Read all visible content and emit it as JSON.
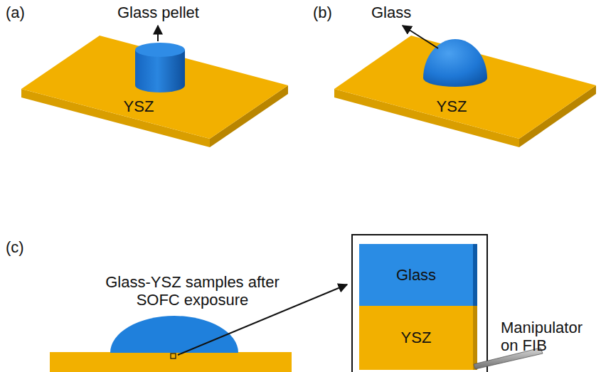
{
  "diagram": {
    "nodes": [
      {
        "text": [
          "YSZ"
        ]
      },
      {
        "text": [
          "YSZ"
        ]
      },
      {
        "text": [
          "Glass"
        ]
      },
      {
        "text": [
          "YSZ"
        ]
      }
    ],
    "labels": [
      "(a)",
      "Glass pellet",
      "(b)",
      "Glass",
      "(c)",
      "Glass-YSZ samples after SOFC exposure",
      "Manipulator on FIB"
    ]
  }
}
